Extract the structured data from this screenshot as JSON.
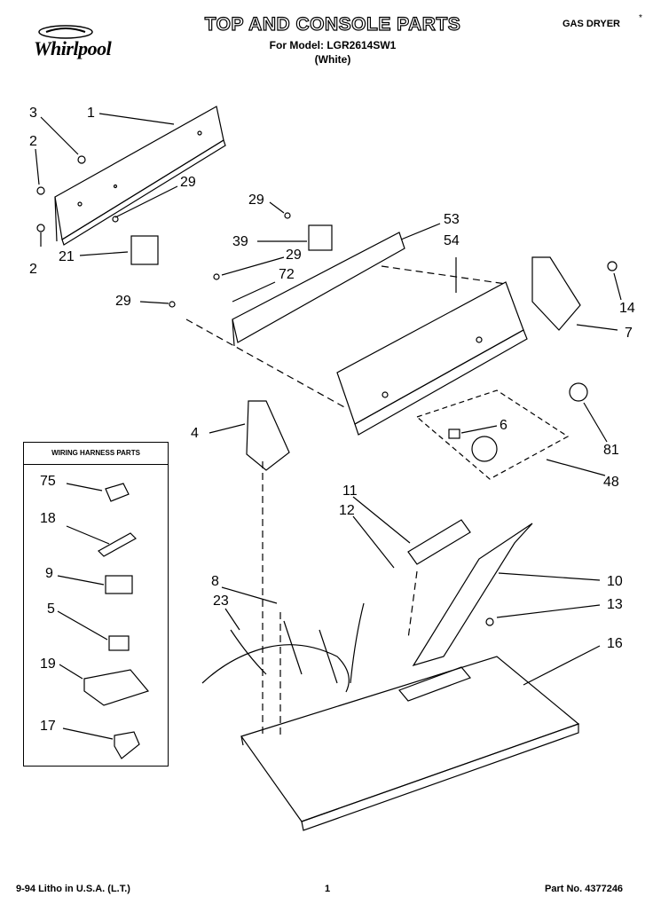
{
  "header": {
    "brand": "Whirlpool",
    "title": "TOP AND CONSOLE PARTS",
    "model_line": "For Model: LGR2614SW1",
    "color_line": "(White)",
    "dryer_type": "GAS DRYER",
    "asterisk": "*"
  },
  "wiring_harness": {
    "title": "WIRING HARNESS PARTS",
    "callouts": [
      "75",
      "18",
      "9",
      "5",
      "19",
      "17"
    ]
  },
  "callouts": [
    "3",
    "1",
    "2",
    "29",
    "2",
    "21",
    "29",
    "39",
    "53",
    "29",
    "72",
    "54",
    "29",
    "14",
    "7",
    "4",
    "6",
    "81",
    "48",
    "11",
    "12",
    "8",
    "23",
    "10",
    "13",
    "16"
  ],
  "footer": {
    "litho": "9-94 Litho in U.S.A. (L.T.)",
    "page": "1",
    "part_no": "Part No. 4377246"
  }
}
